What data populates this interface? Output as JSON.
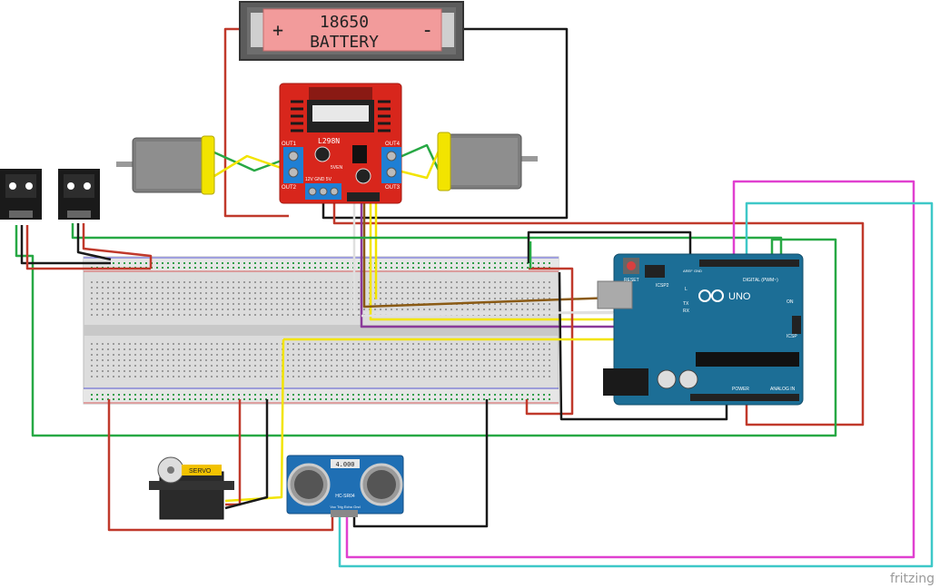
{
  "battery": {
    "line1": "18650",
    "line2": "BATTERY",
    "plus": "+",
    "minus": "-"
  },
  "driver": {
    "model": "L298N",
    "out1": "OUT1",
    "out2": "OUT2",
    "out3": "OUT3",
    "out4": "OUT4",
    "pins": "12V GND 5V",
    "en": "5VEN"
  },
  "servo": {
    "label": "SERVO"
  },
  "ultrasonic": {
    "display": "4.000",
    "model": "HC-SR04",
    "pins": "Vcc Trig Echo Gnd"
  },
  "arduino": {
    "brand": "UNO",
    "reset": "RESET",
    "icsp2": "ICSP2",
    "icsp": "ICSP",
    "digital": "DIGITAL (PWM~)",
    "power": "POWER",
    "analog": "ANALOG IN",
    "on": "ON",
    "tx": "TX",
    "rx": "RX",
    "l": "L",
    "aref": "AREF",
    "gnd": "GND"
  },
  "watermark": "fritzing",
  "colors": {
    "red": "#c0392b",
    "black": "#1a1a1a",
    "green": "#27a844",
    "yellow": "#f2e400",
    "magenta": "#e040d0",
    "cyan": "#3ec8c8",
    "brown": "#8a5a14",
    "purple": "#8a3a9a",
    "white": "#e8e8e8",
    "board_red": "#d8261c",
    "arduino_blue": "#1c6e96"
  }
}
